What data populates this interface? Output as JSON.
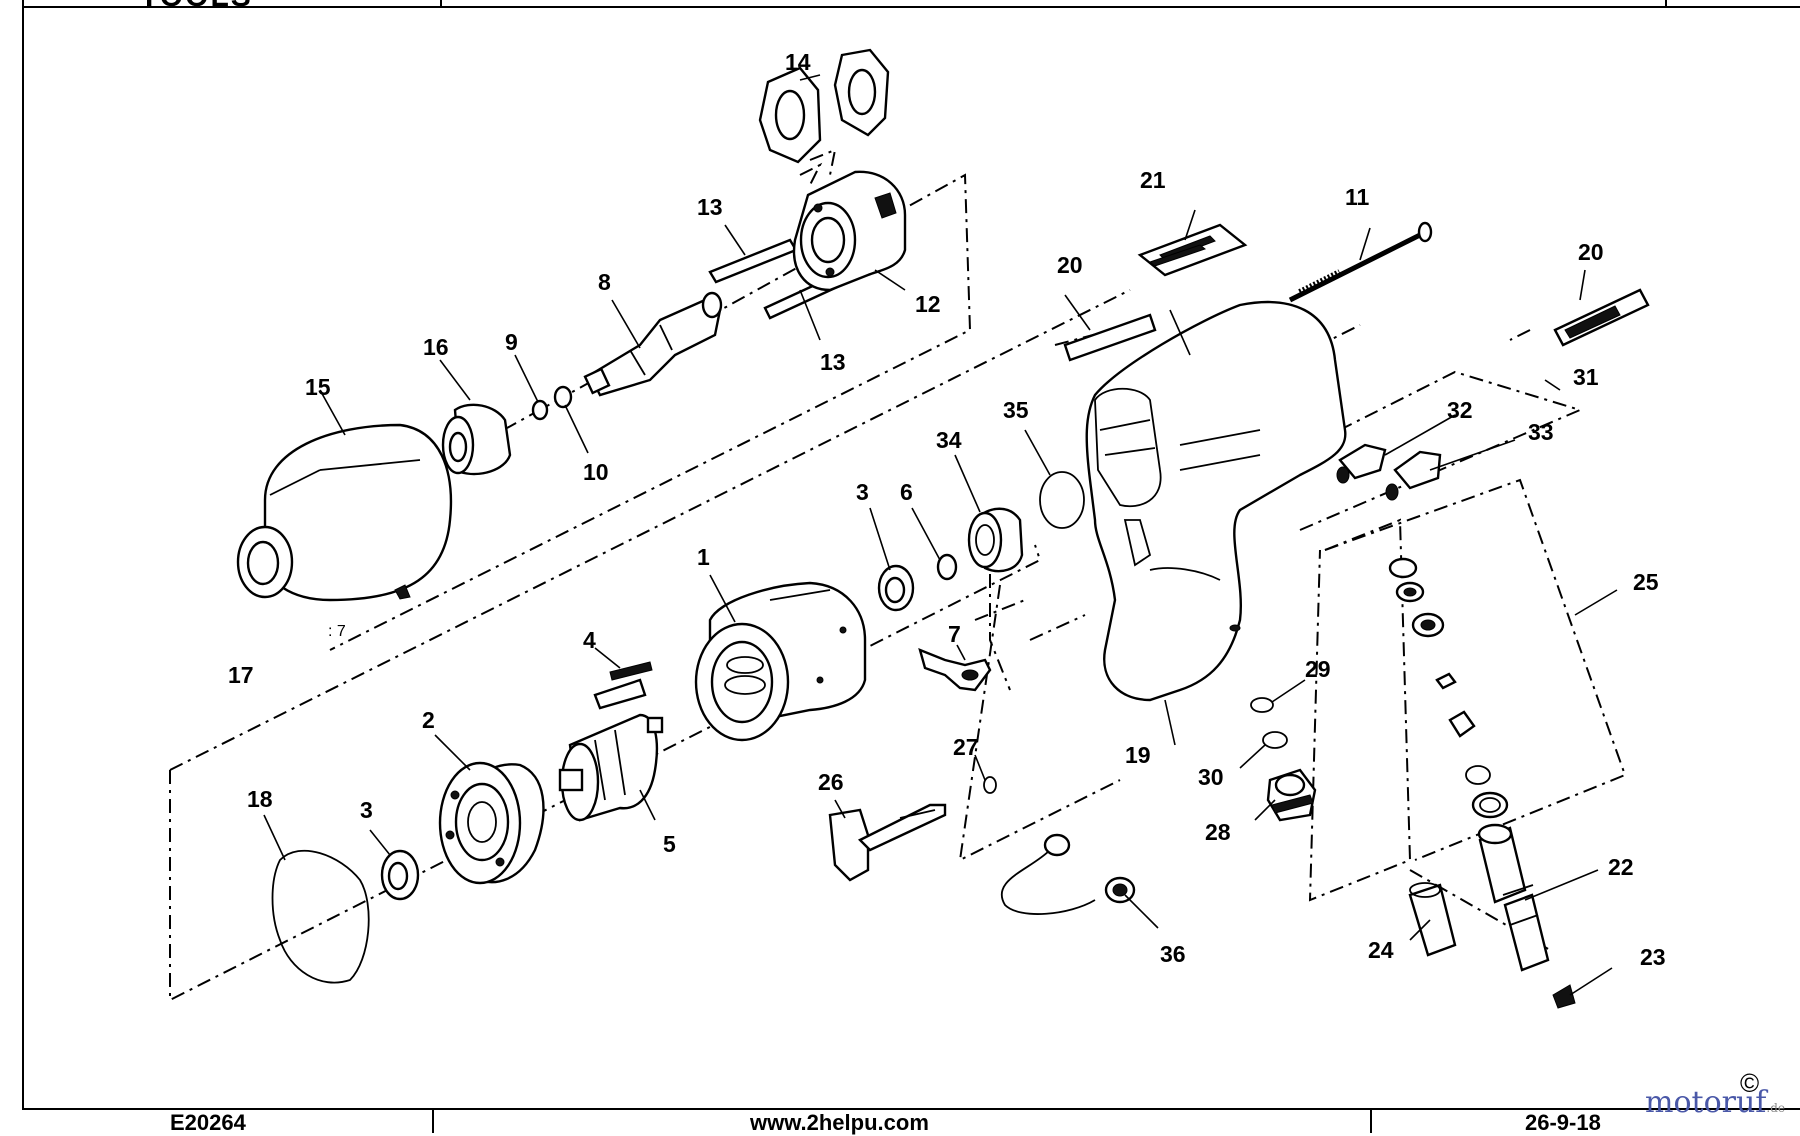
{
  "header": {
    "logo_text": "TOOLS"
  },
  "footer": {
    "code": "E20264",
    "url": "www.2helpu.com",
    "date": "26-9-18"
  },
  "watermark": {
    "text": "motoruf",
    "tld": ".de",
    "copyright": "©"
  },
  "callouts": {
    "c1": "1",
    "c2": "2",
    "c3a": "3",
    "c3b": "3",
    "c4": "4",
    "c5": "5",
    "c6": "6",
    "c7": "7",
    "c8": "8",
    "c9": "9",
    "c10": "10",
    "c11": "11",
    "c12": "12",
    "c13a": "13",
    "c13b": "13",
    "c14": "14",
    "c15": "15",
    "c16": "16",
    "c17": "17",
    "c17b": ": 7",
    "c18": "18",
    "c19": "19",
    "c20a": "20",
    "c20b": "20",
    "c21": "21",
    "c22": "22",
    "c23": "23",
    "c24": "24",
    "c25": "25",
    "c26": "26",
    "c27": "27",
    "c28": "28",
    "c29": "29",
    "c30": "30",
    "c31": "31",
    "c32": "32",
    "c33": "33",
    "c34": "34",
    "c35": "35",
    "c36": "36"
  },
  "colors": {
    "line": "#000000",
    "watermark_blue": "#4a58a8",
    "watermark_red": "#c95a3a"
  }
}
